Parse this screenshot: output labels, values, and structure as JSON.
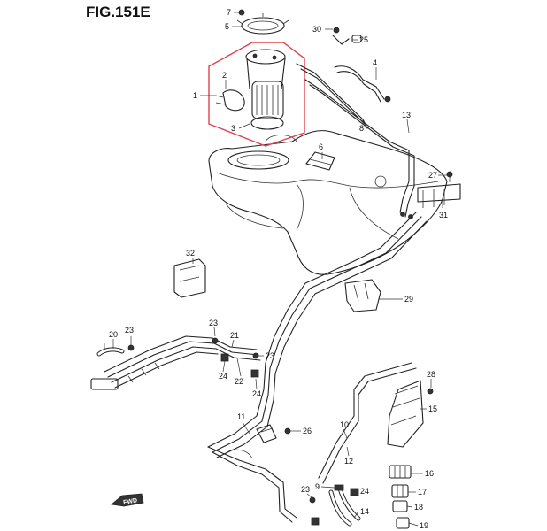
{
  "figure": {
    "title": "FIG.151E"
  },
  "highlight_color": "#e0424b",
  "labels": [
    "7",
    "5",
    "30",
    "25",
    "2",
    "1",
    "4",
    "3",
    "8",
    "13",
    "6",
    "27",
    "31",
    "32",
    "29",
    "20",
    "23",
    "23",
    "21",
    "23",
    "24",
    "22",
    "24",
    "28",
    "15",
    "11",
    "10",
    "26",
    "12",
    "16",
    "17",
    "23",
    "9",
    "24",
    "14",
    "18",
    "19",
    "FWD"
  ]
}
